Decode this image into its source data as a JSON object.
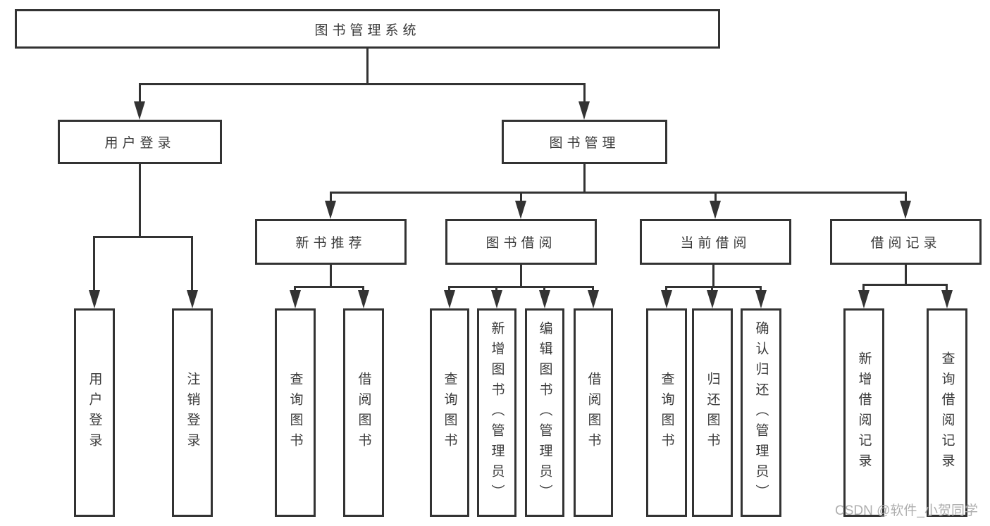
{
  "diagram": {
    "title": "图书管理系统",
    "type": "hierarchy-tree-diagram",
    "colors": {
      "line": "#333333",
      "text": "#3a3a3a",
      "background": "#ffffff",
      "watermark": "#aaaaaa"
    },
    "nodes": {
      "root": "图书管理系统",
      "user_login": "用户登录",
      "book_management": "图书管理",
      "new_book_recommend": "新书推荐",
      "book_borrow": "图书借阅",
      "current_borrow": "当前借阅",
      "borrow_records": "借阅记录",
      "leaf_user_login": "用户登录",
      "leaf_logout": "注销登录",
      "leaf_query_book_a": "查询图书",
      "leaf_borrow_book_a": "借阅图书",
      "leaf_query_book_b": "查询图书",
      "leaf_add_book_admin": "新增图书（管理员）",
      "leaf_edit_book_admin": "编辑图书（管理员）",
      "leaf_borrow_book_b": "借阅图书",
      "leaf_query_book_c": "查询图书",
      "leaf_return_book": "归还图书",
      "leaf_confirm_return_admin": "确认归还（管理员）",
      "leaf_add_borrow_record": "新增借阅记录",
      "leaf_query_borrow_record": "查询借阅记录"
    },
    "tree": {
      "图书管理系统": {
        "用户登录": [
          "用户登录",
          "注销登录"
        ],
        "图书管理": {
          "新书推荐": [
            "查询图书",
            "借阅图书"
          ],
          "图书借阅": [
            "查询图书",
            "新增图书（管理员）",
            "编辑图书（管理员）",
            "借阅图书"
          ],
          "当前借阅": [
            "查询图书",
            "归还图书",
            "确认归还（管理员）"
          ],
          "借阅记录": [
            "新增借阅记录",
            "查询借阅记录"
          ]
        }
      }
    },
    "watermark": "CSDN @软件_小贺同学"
  }
}
